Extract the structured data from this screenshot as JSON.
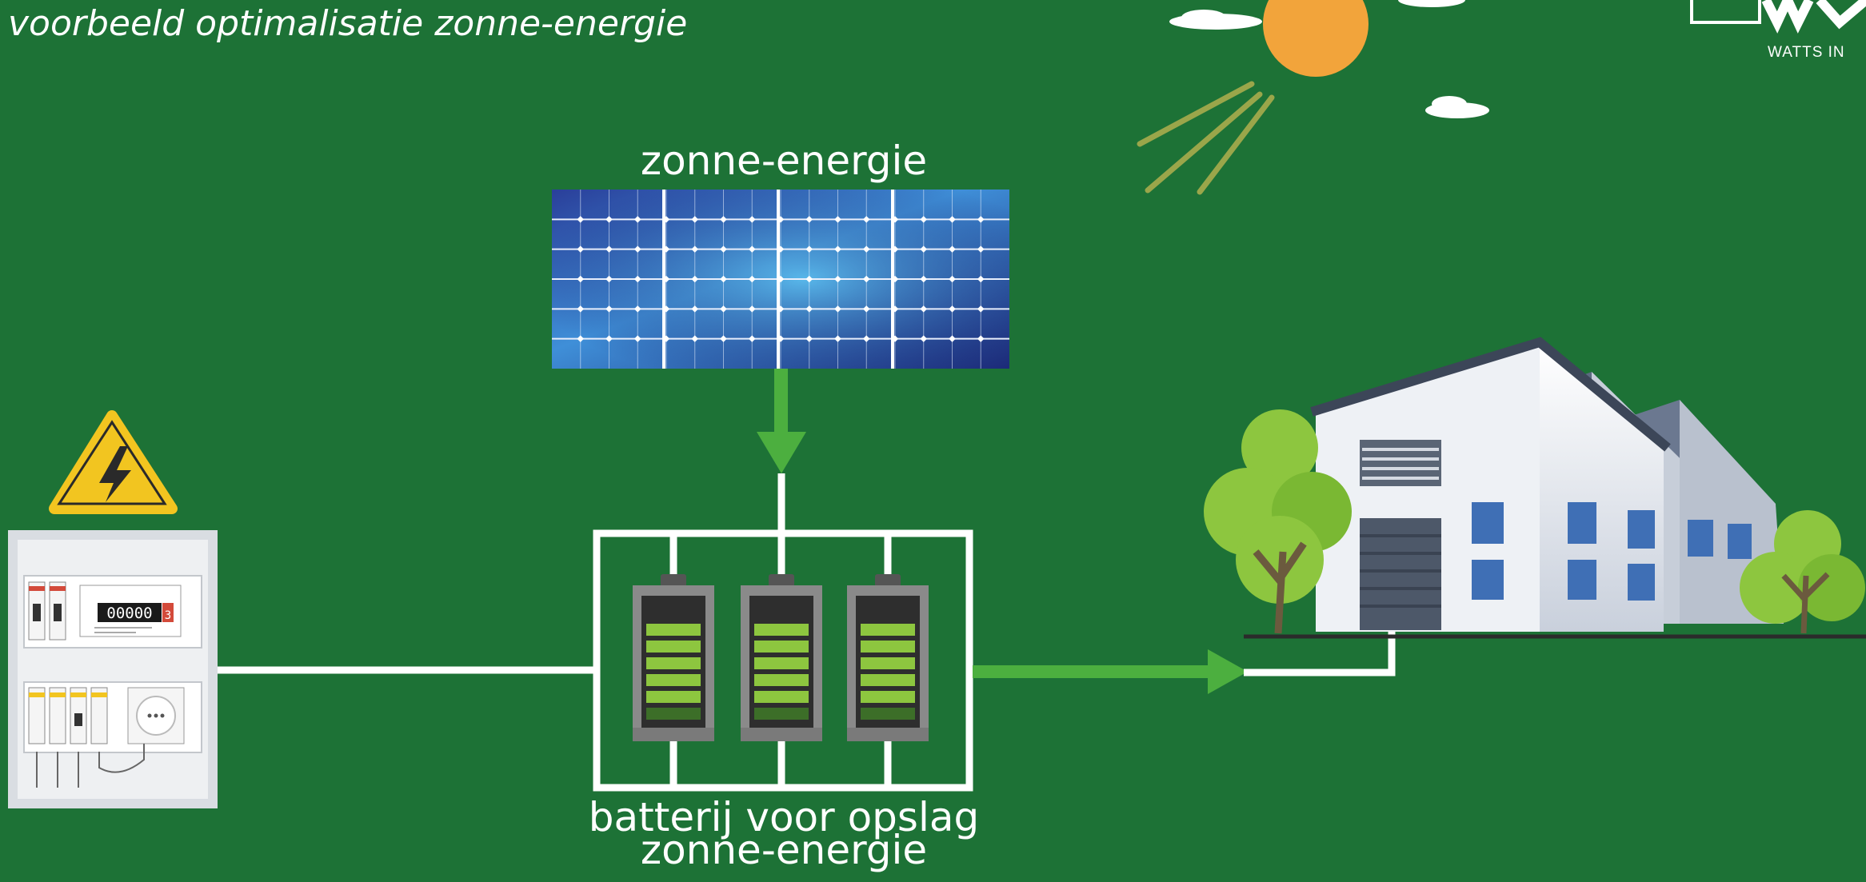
{
  "header": {
    "title": "voorbeeld optimalisatie zonne-energie"
  },
  "brand": {
    "tagline": "WATTS IN"
  },
  "diagram": {
    "solar_panel_label": "zonne-energie",
    "battery_label_line1": "batterij voor opslag",
    "battery_label_line2": "zonne-energie",
    "meter_reading": "00000",
    "meter_last_digit": "3"
  },
  "colors": {
    "background": "#1d7236",
    "flow_arrow": "#4caf3f",
    "sun": "#f2a43b",
    "battery_cell": "#8dc63f"
  },
  "icons": [
    "sun-icon",
    "cloud-icon",
    "solar-panel-icon",
    "warning-high-voltage-icon",
    "fuse-box-icon",
    "battery-icon",
    "factory-building-icon",
    "tree-icon"
  ]
}
